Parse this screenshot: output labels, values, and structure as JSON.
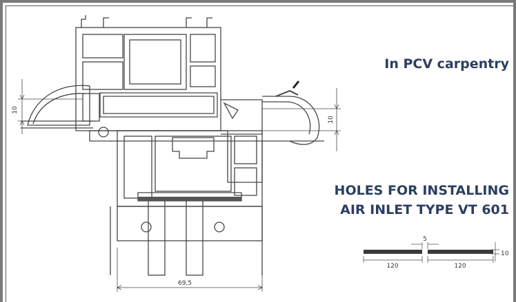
{
  "labels": {
    "carpentry": "In PCV carpentry",
    "holes_line1": "HOLES FOR INSTALLING",
    "holes_line2": "AIR INLET TYPE VT 601"
  },
  "dimensions": {
    "left_height": "10",
    "right_height": "10",
    "bottom_width": "69,5",
    "slot_gap": "5",
    "slot_length_left": "120",
    "slot_length_right": "120",
    "slot_height": "10"
  },
  "colors": {
    "text": "#2c3e60",
    "line": "#444444"
  }
}
